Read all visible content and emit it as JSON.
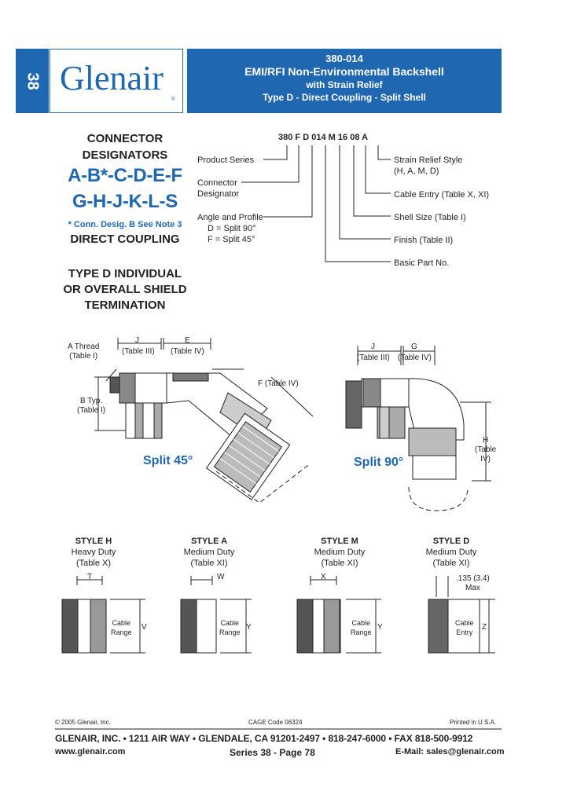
{
  "header": {
    "section_tab": "38",
    "logo_text": "Glenair",
    "logo_tm": "®",
    "part_number": "380-014",
    "title_line1": "EMI/RFI  Non-Environmental  Backshell",
    "title_line2": "with Strain Relief",
    "title_line3": "Type D - Direct Coupling - Split Shell"
  },
  "designators": {
    "heading_line1": "CONNECTOR",
    "heading_line2": "DESIGNATORS",
    "row1": "A-B*-C-D-E-F",
    "row2": "G-H-J-K-L-S",
    "note": "* Conn. Desig. B See Note 3",
    "coupling": "DIRECT COUPLING",
    "type_line1": "TYPE D INDIVIDUAL",
    "type_line2": "OR OVERALL SHIELD",
    "type_line3": "TERMINATION"
  },
  "part_number_breakdown": {
    "code_segments": [
      "380",
      "F",
      "D",
      "014",
      "M",
      "16",
      "08",
      "A"
    ],
    "left_labels": {
      "product_series": "Product Series",
      "connector_designator_1": "Connector",
      "connector_designator_2": "Designator",
      "angle_profile_1": "Angle and Profile",
      "angle_profile_2": "D = Split 90°",
      "angle_profile_3": "F = Split 45°"
    },
    "right_labels": {
      "strain_relief_1": "Strain Relief Style",
      "strain_relief_2": "(H, A, M, D)",
      "cable_entry": "Cable Entry (Table X, XI)",
      "shell_size": "Shell Size (Table I)",
      "finish": "Finish (Table II)",
      "basic_part": "Basic Part No."
    }
  },
  "diagrams": {
    "split45": {
      "label": "Split 45°",
      "a_thread_1": "A Thread",
      "a_thread_2": "(Table I)",
      "b_typ_1": "B Typ.",
      "b_typ_2": "(Table I)",
      "j": "J",
      "j_table": "(Table III)",
      "e": "E",
      "e_table": "(Table IV)",
      "f": "F (Table IV)"
    },
    "split90": {
      "label": "Split 90°",
      "j": "J",
      "j_table": "(Table III)",
      "g": "G",
      "g_table": "(Table IV)",
      "h": "H",
      "h_table_1": "(Table",
      "h_table_2": "IV)"
    }
  },
  "styles": [
    {
      "name": "STYLE H",
      "duty": "Heavy Duty",
      "table": "(Table X)",
      "dim_top": "T",
      "dim_side": "V",
      "range_1": "Cable",
      "range_2": "Range"
    },
    {
      "name": "STYLE A",
      "duty": "Medium Duty",
      "table": "(Table XI)",
      "dim_top": "W",
      "dim_side": "Y",
      "range_1": "Cable",
      "range_2": "Range"
    },
    {
      "name": "STYLE M",
      "duty": "Medium Duty",
      "table": "(Table XI)",
      "dim_top": "X",
      "dim_side": "Y",
      "range_1": "Cable",
      "range_2": "Range"
    },
    {
      "name": "STYLE D",
      "duty": "Medium Duty",
      "table": "(Table XI)",
      "dim_top": ".135 (3.4)",
      "dim_top2": "Max",
      "dim_side": "Z",
      "range_1": "Cable",
      "range_2": "Entry"
    }
  ],
  "footer": {
    "copyright": "© 2005 Glenair, Inc.",
    "cage": "CAGE Code 06324",
    "printed": "Printed in U.S.A.",
    "address": "GLENAIR, INC. • 1211 AIR WAY • GLENDALE, CA 91201-2497 • 818-247-6000 • FAX 818-500-9912",
    "web": "www.glenair.com",
    "page": "Series 38 - Page 78",
    "email": "E-Mail: sales@glenair.com"
  },
  "colors": {
    "brand_blue": "#1f67b1",
    "text": "#231f20"
  }
}
